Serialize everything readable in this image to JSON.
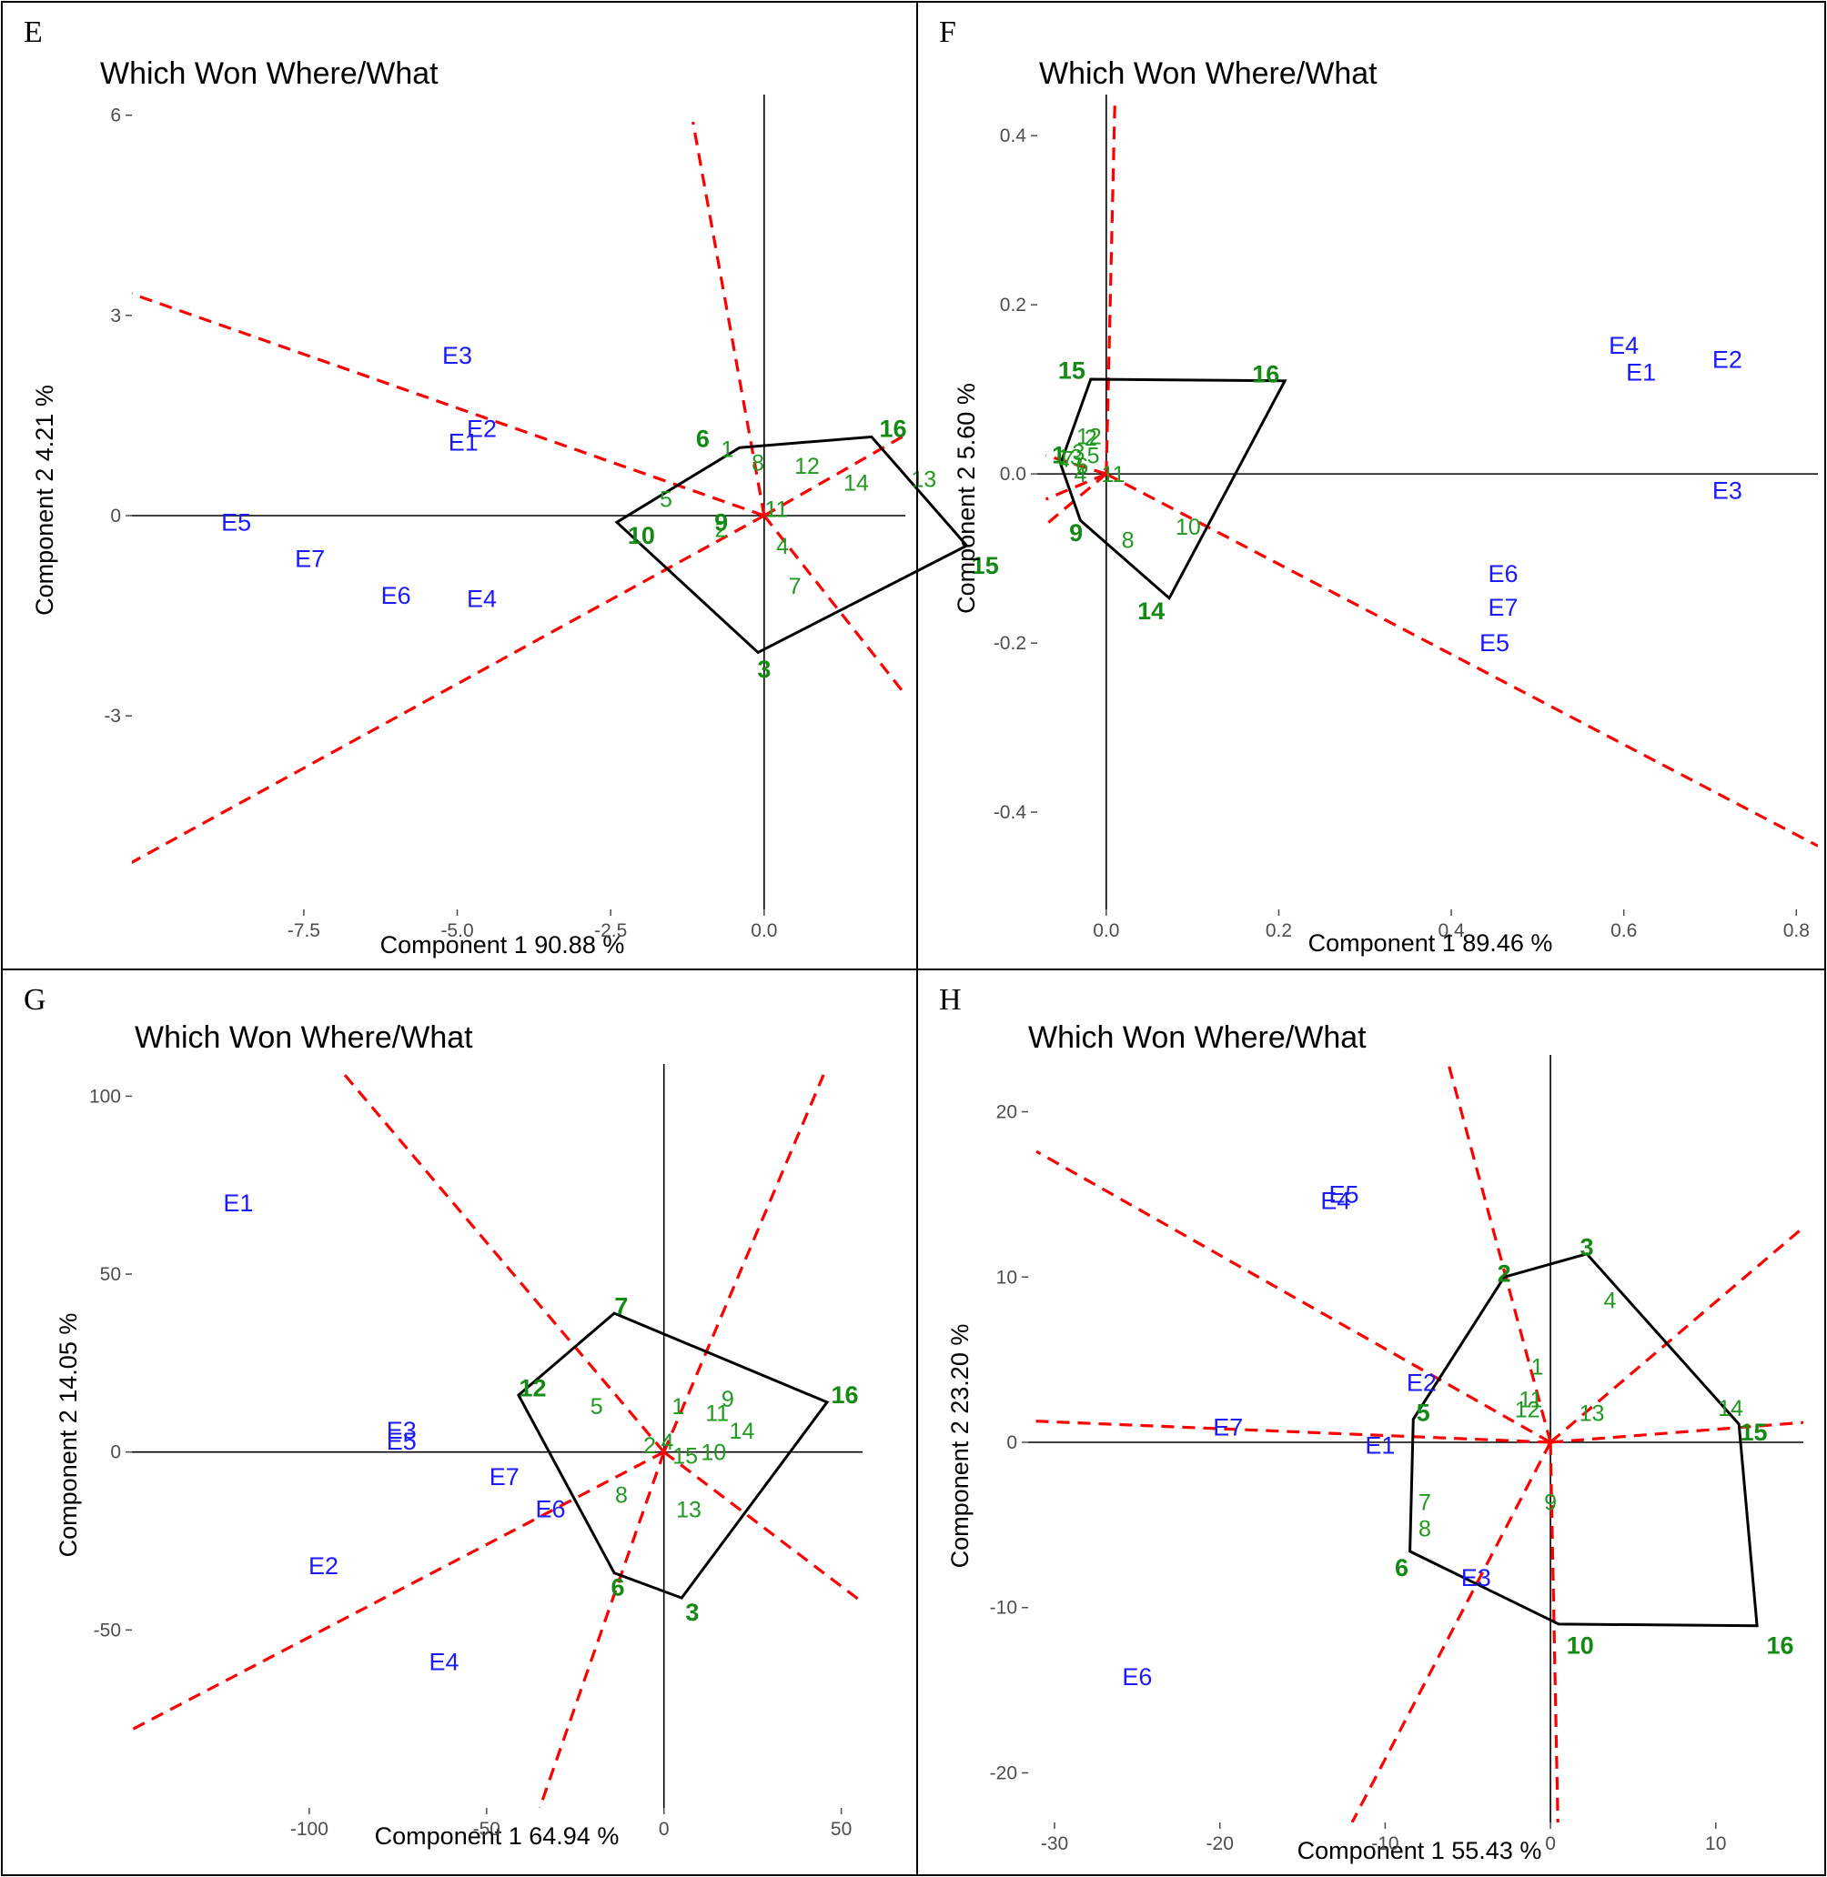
{
  "colors": {
    "environment": "#1a1aff",
    "genotype": "#1f9a1f",
    "genotype_vertex": "#138a13",
    "sector_line": "#ff0000",
    "hull": "#000000"
  },
  "chart_data": [
    {
      "panel": "E",
      "type": "scatter",
      "title": "Which Won Where/What",
      "xlabel": "Component 1 90.88 %",
      "ylabel": "Component 2 4.21 %",
      "xlim": [
        -10.3,
        2.3
      ],
      "ylim": [
        -5.9,
        6.2
      ],
      "xticks": [
        -7.5,
        -5.0,
        -2.5,
        0.0
      ],
      "xtick_labels": [
        "-7.5",
        "-5.0",
        "-2.5",
        "0.0"
      ],
      "yticks": [
        -3,
        0,
        3,
        6
      ],
      "ytick_labels": [
        "-3",
        "0",
        "3",
        "6"
      ],
      "environments": [
        {
          "label": "E1",
          "x": -4.9,
          "y": 1.1
        },
        {
          "label": "E2",
          "x": -4.6,
          "y": 1.3
        },
        {
          "label": "E3",
          "x": -5.0,
          "y": 2.4
        },
        {
          "label": "E4",
          "x": -4.6,
          "y": -1.25
        },
        {
          "label": "E5",
          "x": -8.6,
          "y": -0.1
        },
        {
          "label": "E6",
          "x": -6.0,
          "y": -1.2
        },
        {
          "label": "E7",
          "x": -7.4,
          "y": -0.65
        }
      ],
      "genotypes": [
        {
          "label": "1",
          "x": -0.6,
          "y": 1.0,
          "vertex": false
        },
        {
          "label": "2",
          "x": -0.7,
          "y": -0.2,
          "vertex": false
        },
        {
          "label": "3",
          "x": 0.0,
          "y": -2.3,
          "vertex": true
        },
        {
          "label": "4",
          "x": 0.3,
          "y": -0.45,
          "vertex": false
        },
        {
          "label": "5",
          "x": -1.6,
          "y": 0.25,
          "vertex": false
        },
        {
          "label": "6",
          "x": -1.0,
          "y": 1.15,
          "vertex": true
        },
        {
          "label": "7",
          "x": 0.5,
          "y": -1.05,
          "vertex": false
        },
        {
          "label": "8",
          "x": -0.1,
          "y": 0.8,
          "vertex": false
        },
        {
          "label": "9",
          "x": -0.7,
          "y": -0.1,
          "vertex": true
        },
        {
          "label": "10",
          "x": -2.0,
          "y": -0.3,
          "vertex": true
        },
        {
          "label": "11",
          "x": 0.2,
          "y": 0.1,
          "vertex": false
        },
        {
          "label": "12",
          "x": 0.7,
          "y": 0.75,
          "vertex": false
        },
        {
          "label": "13",
          "x": 2.6,
          "y": 0.55,
          "vertex": false
        },
        {
          "label": "14",
          "x": 1.5,
          "y": 0.5,
          "vertex": false
        },
        {
          "label": "15",
          "x": 3.6,
          "y": -0.75,
          "vertex": true
        },
        {
          "label": "16",
          "x": 2.1,
          "y": 1.3,
          "vertex": true
        }
      ],
      "hull": [
        [
          -0.4,
          1.02
        ],
        [
          1.75,
          1.18
        ],
        [
          3.3,
          -0.45
        ],
        [
          -0.1,
          -2.05
        ],
        [
          -2.4,
          -0.1
        ]
      ],
      "sector_lines": [
        [
          [
            0,
            0
          ],
          [
            -15.5,
            5.0
          ]
        ],
        [
          [
            0,
            0
          ],
          [
            -11.5,
            -5.8
          ]
        ],
        [
          [
            0,
            0
          ],
          [
            2.4,
            1.26
          ]
        ],
        [
          [
            0,
            0
          ],
          [
            2.4,
            -2.8
          ]
        ],
        [
          [
            0,
            0
          ],
          [
            -1.16,
            5.9
          ]
        ]
      ]
    },
    {
      "panel": "F",
      "type": "scatter",
      "title": "Which Won Where/What",
      "xlabel": "Component 1 89.46 %",
      "ylabel": "Component 2 5.60 %",
      "xlim": [
        -0.08,
        0.825
      ],
      "ylim": [
        -0.515,
        0.44
      ],
      "xticks": [
        0.0,
        0.2,
        0.4,
        0.6,
        0.8
      ],
      "xtick_labels": [
        "0.0",
        "0.2",
        "0.4",
        "0.6",
        "0.8"
      ],
      "yticks": [
        -0.4,
        -0.2,
        0.0,
        0.2,
        0.4
      ],
      "ytick_labels": [
        "-0.4",
        "-0.2",
        "0.0",
        "0.2",
        "0.4"
      ],
      "environments": [
        {
          "label": "E1",
          "x": 0.62,
          "y": 0.12
        },
        {
          "label": "E2",
          "x": 0.72,
          "y": 0.135
        },
        {
          "label": "E3",
          "x": 0.72,
          "y": -0.02
        },
        {
          "label": "E4",
          "x": 0.6,
          "y": 0.152
        },
        {
          "label": "E5",
          "x": 0.45,
          "y": -0.2
        },
        {
          "label": "E6",
          "x": 0.46,
          "y": -0.118
        },
        {
          "label": "E7",
          "x": 0.46,
          "y": -0.158
        }
      ],
      "genotypes": [
        {
          "label": "1",
          "x": -0.055,
          "y": 0.022,
          "vertex": true
        },
        {
          "label": "2",
          "x": -0.018,
          "y": 0.043,
          "vertex": false
        },
        {
          "label": "3",
          "x": -0.032,
          "y": 0.026,
          "vertex": false
        },
        {
          "label": "4",
          "x": -0.03,
          "y": 0.0,
          "vertex": false
        },
        {
          "label": "5",
          "x": -0.015,
          "y": 0.022,
          "vertex": false
        },
        {
          "label": "6",
          "x": -0.028,
          "y": 0.01,
          "vertex": false
        },
        {
          "label": "7",
          "x": -0.045,
          "y": 0.018,
          "vertex": false
        },
        {
          "label": "8",
          "x": 0.025,
          "y": -0.078,
          "vertex": false
        },
        {
          "label": "9",
          "x": -0.035,
          "y": -0.07,
          "vertex": true
        },
        {
          "label": "10",
          "x": 0.095,
          "y": -0.062,
          "vertex": false
        },
        {
          "label": "11",
          "x": 0.008,
          "y": 0.0,
          "vertex": false
        },
        {
          "label": "12",
          "x": -0.02,
          "y": 0.045,
          "vertex": false
        },
        {
          "label": "13",
          "x": -0.042,
          "y": 0.02,
          "vertex": false
        },
        {
          "label": "14",
          "x": 0.052,
          "y": -0.162,
          "vertex": true
        },
        {
          "label": "15",
          "x": -0.04,
          "y": 0.122,
          "vertex": true
        },
        {
          "label": "16",
          "x": 0.185,
          "y": 0.118,
          "vertex": true
        }
      ],
      "hull": [
        [
          -0.018,
          0.112
        ],
        [
          0.207,
          0.11
        ],
        [
          0.073,
          -0.147
        ],
        [
          -0.03,
          -0.055
        ],
        [
          -0.053,
          0.012
        ]
      ],
      "sector_lines": [
        [
          [
            0,
            0
          ],
          [
            0.01,
            0.44
          ]
        ],
        [
          [
            0,
            0
          ],
          [
            0.825,
            -0.44
          ]
        ],
        [
          [
            0,
            0
          ],
          [
            -0.07,
            -0.06
          ]
        ],
        [
          [
            0,
            0
          ],
          [
            -0.07,
            0.022
          ]
        ],
        [
          [
            0,
            0
          ],
          [
            -0.07,
            -0.03
          ]
        ]
      ]
    },
    {
      "panel": "G",
      "type": "scatter",
      "title": "Which Won Where/What",
      "xlabel": "Component 1 64.94 %",
      "ylabel": "Component 2 14.05 %",
      "xlim": [
        -150,
        56
      ],
      "ylim": [
        -100,
        107
      ],
      "xticks": [
        -100,
        -50,
        0,
        50
      ],
      "xtick_labels": [
        "-100",
        "-50",
        "0",
        "50"
      ],
      "yticks": [
        -50,
        0,
        50,
        100
      ],
      "ytick_labels": [
        "-50",
        "0",
        "50",
        "100"
      ],
      "environments": [
        {
          "label": "E1",
          "x": -120,
          "y": 70
        },
        {
          "label": "E2",
          "x": -96,
          "y": -32
        },
        {
          "label": "E3",
          "x": -74,
          "y": 6
        },
        {
          "label": "E5",
          "x": -74,
          "y": 3
        },
        {
          "label": "E4",
          "x": -62,
          "y": -59
        },
        {
          "label": "E6",
          "x": -32,
          "y": -16
        },
        {
          "label": "E7",
          "x": -45,
          "y": -7
        }
      ],
      "genotypes": [
        {
          "label": "1",
          "x": 4,
          "y": 13,
          "vertex": false
        },
        {
          "label": "2",
          "x": -4,
          "y": 2,
          "vertex": false
        },
        {
          "label": "3",
          "x": 8,
          "y": -45,
          "vertex": true
        },
        {
          "label": "4",
          "x": 1,
          "y": 3,
          "vertex": false
        },
        {
          "label": "5",
          "x": -19,
          "y": 13,
          "vertex": false
        },
        {
          "label": "6",
          "x": -13,
          "y": -38,
          "vertex": true
        },
        {
          "label": "7",
          "x": -12,
          "y": 41,
          "vertex": true
        },
        {
          "label": "8",
          "x": -12,
          "y": -12,
          "vertex": false
        },
        {
          "label": "9",
          "x": 18,
          "y": 15,
          "vertex": false
        },
        {
          "label": "10",
          "x": 14,
          "y": 0,
          "vertex": false
        },
        {
          "label": "11",
          "x": 15,
          "y": 11,
          "vertex": false
        },
        {
          "label": "12",
          "x": -37,
          "y": 18,
          "vertex": true
        },
        {
          "label": "13",
          "x": 7,
          "y": -16,
          "vertex": false
        },
        {
          "label": "14",
          "x": 22,
          "y": 6,
          "vertex": false
        },
        {
          "label": "15",
          "x": 6,
          "y": -1,
          "vertex": false
        },
        {
          "label": "16",
          "x": 51,
          "y": 16,
          "vertex": true
        }
      ],
      "hull": [
        [
          -41,
          16
        ],
        [
          -14,
          39
        ],
        [
          46,
          14
        ],
        [
          5,
          -41
        ],
        [
          -14,
          -34
        ]
      ],
      "sector_lines": [
        [
          [
            0,
            0
          ],
          [
            -90,
            106
          ]
        ],
        [
          [
            0,
            0
          ],
          [
            45,
            106
          ]
        ],
        [
          [
            0,
            0
          ],
          [
            57,
            -43
          ]
        ],
        [
          [
            0,
            0
          ],
          [
            -35,
            -100
          ]
        ],
        [
          [
            0,
            0
          ],
          [
            -150,
            -78
          ]
        ]
      ]
    },
    {
      "panel": "H",
      "type": "scatter",
      "title": "Which Won Where/What",
      "xlabel": "Component 1 55.43 %",
      "ylabel": "Component 2 23.20 %",
      "xlim": [
        -31.6,
        15.3
      ],
      "ylim": [
        -23.0,
        23.0
      ],
      "xticks": [
        -30,
        -20,
        -10,
        0,
        10
      ],
      "xtick_labels": [
        "-30",
        "-20",
        "-10",
        "0",
        "10"
      ],
      "yticks": [
        -20,
        -10,
        0,
        10,
        20
      ],
      "ytick_labels": [
        "-20",
        "-10",
        "0",
        "10",
        "20"
      ],
      "environments": [
        {
          "label": "E1",
          "x": -10.3,
          "y": -0.2
        },
        {
          "label": "E2",
          "x": -7.8,
          "y": 3.6
        },
        {
          "label": "E3",
          "x": -4.5,
          "y": -8.2
        },
        {
          "label": "E4",
          "x": -13.0,
          "y": 14.6
        },
        {
          "label": "E5",
          "x": -12.5,
          "y": 15.0
        },
        {
          "label": "E6",
          "x": -25.0,
          "y": -14.2
        },
        {
          "label": "E7",
          "x": -19.5,
          "y": 0.9
        },
        {
          "label": "",
          "x": 0,
          "y": 0
        }
      ],
      "genotypes": [
        {
          "label": "1",
          "x": -0.8,
          "y": 4.6,
          "vertex": false
        },
        {
          "label": "2",
          "x": -2.8,
          "y": 10.2,
          "vertex": true
        },
        {
          "label": "3",
          "x": 2.2,
          "y": 11.8,
          "vertex": true
        },
        {
          "label": "4",
          "x": 3.6,
          "y": 8.6,
          "vertex": false
        },
        {
          "label": "5",
          "x": -7.7,
          "y": 1.8,
          "vertex": true
        },
        {
          "label": "6",
          "x": -9.0,
          "y": -7.6,
          "vertex": true
        },
        {
          "label": "7",
          "x": -7.6,
          "y": -3.6,
          "vertex": false
        },
        {
          "label": "8",
          "x": -7.6,
          "y": -5.2,
          "vertex": false
        },
        {
          "label": "9",
          "x": 0.0,
          "y": -3.6,
          "vertex": false
        },
        {
          "label": "10",
          "x": 1.8,
          "y": -12.3,
          "vertex": true
        },
        {
          "label": "11",
          "x": -1.2,
          "y": 2.6,
          "vertex": false
        },
        {
          "label": "12",
          "x": -1.4,
          "y": 2.0,
          "vertex": false
        },
        {
          "label": "13",
          "x": 2.5,
          "y": 1.8,
          "vertex": false
        },
        {
          "label": "14",
          "x": 10.9,
          "y": 2.1,
          "vertex": false
        },
        {
          "label": "15",
          "x": 12.3,
          "y": 0.6,
          "vertex": true
        },
        {
          "label": "16",
          "x": 13.9,
          "y": -12.3,
          "vertex": true
        }
      ],
      "hull": [
        [
          -2.8,
          10.0
        ],
        [
          2.2,
          11.4
        ],
        [
          11.4,
          1.1
        ],
        [
          12.5,
          -11.1
        ],
        [
          0.5,
          -11.0
        ],
        [
          -8.5,
          -6.6
        ],
        [
          -8.3,
          1.4
        ]
      ],
      "sector_lines": [
        [
          [
            0,
            0
          ],
          [
            -6.2,
            23.0
          ]
        ],
        [
          [
            0,
            0
          ],
          [
            -31.6,
            1.3
          ]
        ],
        [
          [
            0,
            0
          ],
          [
            -31.1,
            17.6
          ]
        ],
        [
          [
            0,
            0
          ],
          [
            15.3,
            13.0
          ]
        ],
        [
          [
            0,
            0
          ],
          [
            15.3,
            1.2
          ]
        ],
        [
          [
            0,
            0
          ],
          [
            0.45,
            -23.0
          ]
        ],
        [
          [
            0,
            0
          ],
          [
            -12.0,
            -23.0
          ]
        ]
      ]
    }
  ]
}
